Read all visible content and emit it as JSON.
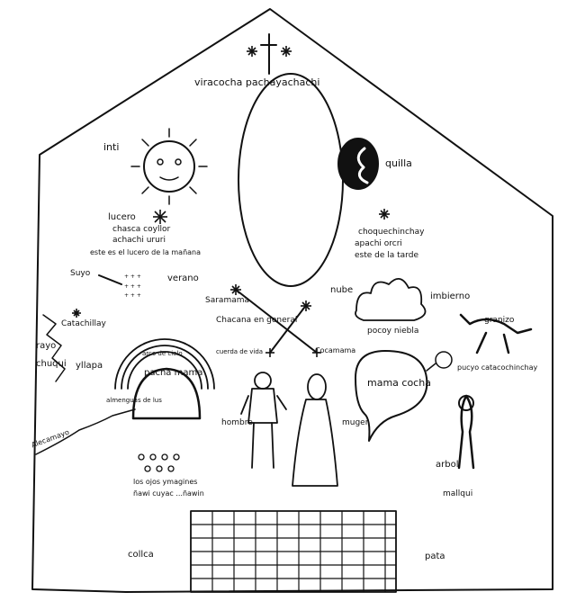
{
  "diagram": {
    "top": "viracocha pachayachachi",
    "sun": "inti",
    "moon": "quilla",
    "morning_star": [
      "lucero",
      "chasca coyllor",
      "achachi ururi",
      "este es el lucero de la mañana"
    ],
    "evening_star": [
      "choquechinchay",
      "apachi orcri",
      "este de la tarde"
    ],
    "suyo": "Suyo",
    "summer": "verano",
    "winter": "imbierno",
    "saramama": "Saramama",
    "stars_general": "Chacana en general",
    "catachillay": "Catachillay",
    "cocamama": "Cocamama",
    "cloud": "nube",
    "fog": "pocoy niebla",
    "hail": "granizo",
    "poquoy": "pucyo catacochinchay",
    "lightning": [
      "rayo",
      "chuqui",
      "yllapa"
    ],
    "rainbow_head": "arco de cielo",
    "pachamama": "pacha mama",
    "small_spring": "almenguas de lus",
    "river": "Alecamayo",
    "man": "hombre",
    "woman": "muger",
    "man_note": "cuerda de vida",
    "sea": "mama cocha",
    "tree": "arbol",
    "mallqui": "mallqui",
    "eyes_caption": [
      "los ojos ymagines",
      "ñawi cuyac ...ñawin"
    ],
    "colca": "collca",
    "pata": "pata"
  }
}
